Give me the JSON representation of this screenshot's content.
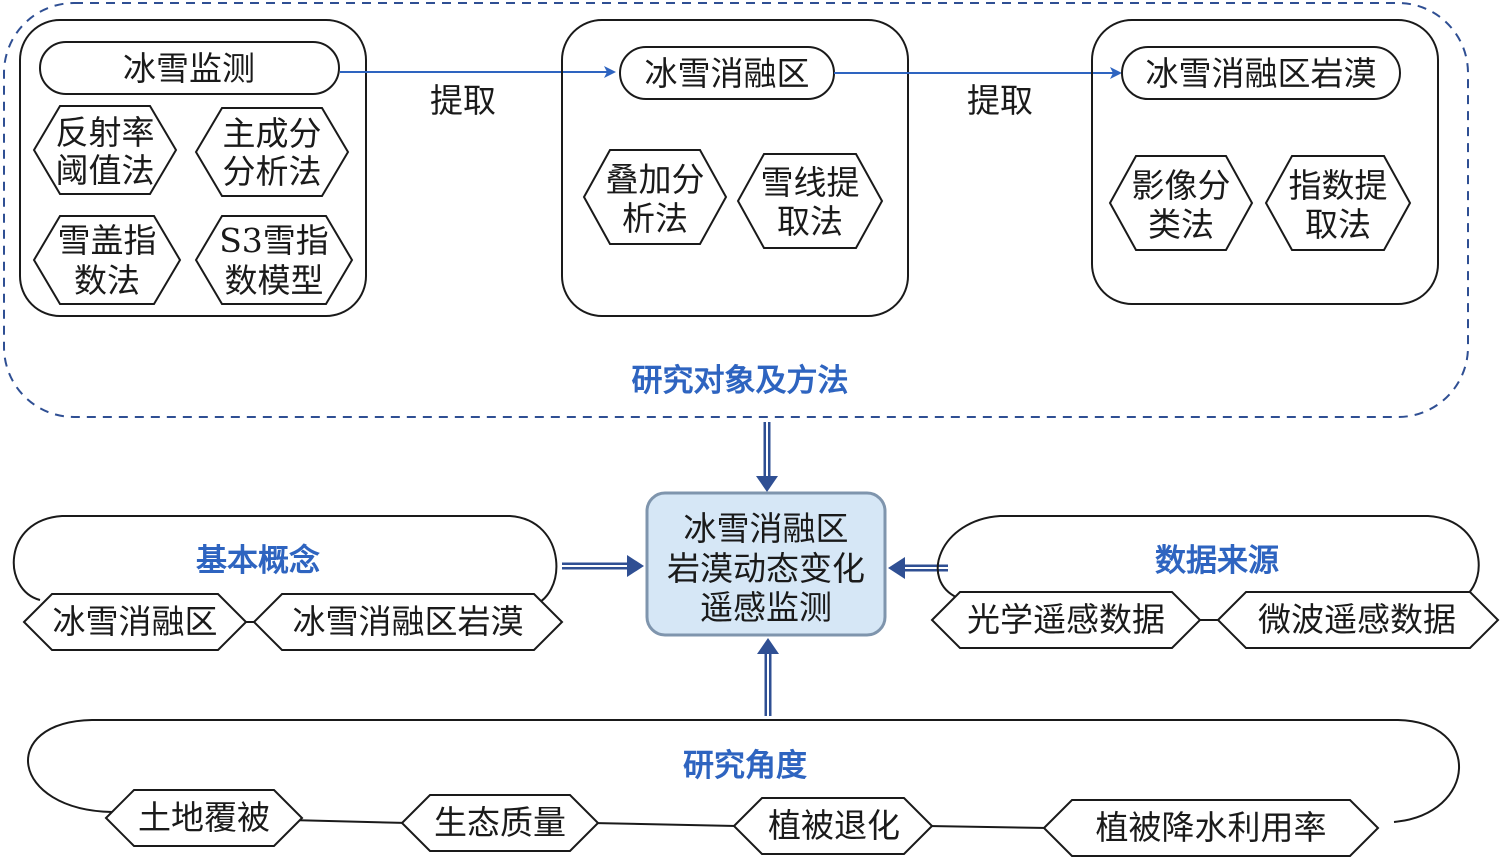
{
  "colors": {
    "accent": "#2f4f93",
    "accent_light": "#2e64c0",
    "center_fill": "#d6e7f6",
    "center_stroke": "#7f95ad",
    "line": "#1a1a1a"
  },
  "section_title": "研究对象及方法",
  "boxes": {
    "snow_monitor": {
      "title": "冰雪监测",
      "methods": [
        [
          "反射率",
          "阈值法"
        ],
        [
          "主成分",
          "分析法"
        ],
        [
          "雪盖指",
          "数法"
        ],
        [
          "S3雪指",
          "数模型"
        ]
      ]
    },
    "melt_area": {
      "title": "冰雪消融区",
      "methods": [
        [
          "叠加分",
          "析法"
        ],
        [
          "雪线提",
          "取法"
        ]
      ]
    },
    "melt_desert": {
      "title": "冰雪消融区岩漠",
      "methods": [
        [
          "影像分",
          "类法"
        ],
        [
          "指数提",
          "取法"
        ]
      ]
    }
  },
  "extract_labels": [
    "提取",
    "提取"
  ],
  "center": {
    "lines": [
      "冰雪消融区",
      "岩漠动态变化",
      "遥感监测"
    ]
  },
  "basic_concepts": {
    "title": "基本概念",
    "items": [
      "冰雪消融区",
      "冰雪消融区岩漠"
    ]
  },
  "data_sources": {
    "title": "数据来源",
    "items": [
      "光学遥感数据",
      "微波遥感数据"
    ]
  },
  "research_angles": {
    "title": "研究角度",
    "items": [
      "土地覆被",
      "生态质量",
      "植被退化",
      "植被降水利用率"
    ]
  }
}
